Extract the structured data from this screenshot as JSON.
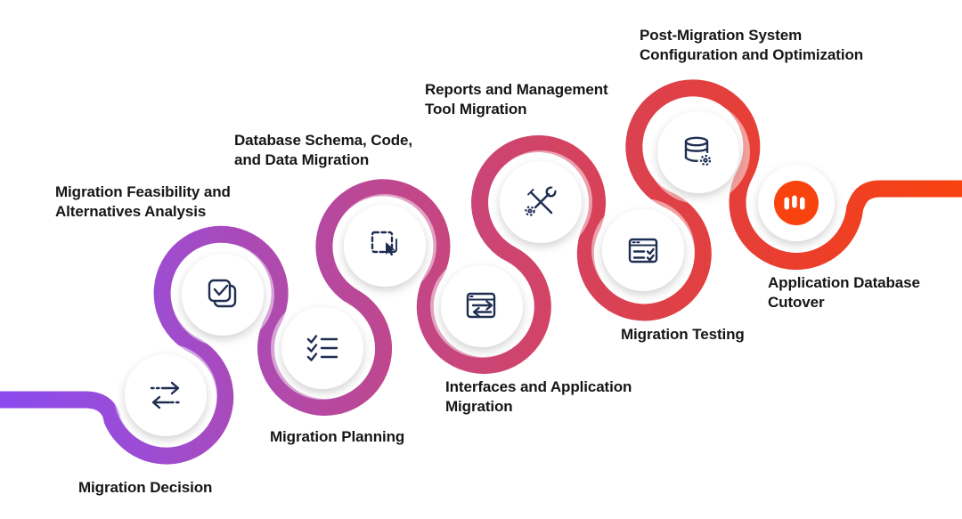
{
  "colors": {
    "background": "#ffffff",
    "gradient": [
      "#8B4BEF",
      "#9D4CD2",
      "#B449A4",
      "#CB4576",
      "#DC414F",
      "#EA3E2E",
      "#F8430F"
    ],
    "icon": "#1F2D52",
    "label": "#161616",
    "edb_orange": "#F8430F"
  },
  "steps": [
    {
      "label": "Migration Decision",
      "icon": "opposing-arrows-icon"
    },
    {
      "label": "Migration Feasibility and Alternatives Analysis",
      "icon": "checked-documents-icon"
    },
    {
      "label": "Migration Planning",
      "icon": "checklist-icon"
    },
    {
      "label": "Database Schema, Code, and Data Migration",
      "icon": "selection-cursor-icon"
    },
    {
      "label": "Interfaces and Application Migration",
      "icon": "window-transfer-arrows-icon"
    },
    {
      "label": "Reports and Management Tool Migration",
      "icon": "crossed-tools-icon"
    },
    {
      "label": "Migration Testing",
      "icon": "window-checklist-icon"
    },
    {
      "label": "Post-Migration System Configuration and Optimization",
      "icon": "database-gear-icon"
    },
    {
      "label": "Application Database Cutover",
      "icon": "edb-logo-icon"
    }
  ]
}
